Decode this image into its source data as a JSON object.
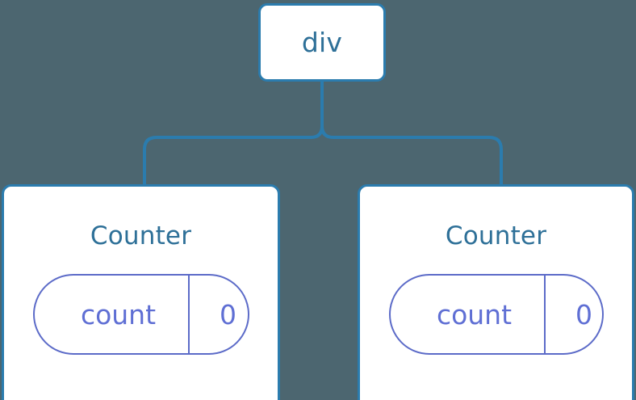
{
  "diagram": {
    "type": "component-tree",
    "background_color": "#4c6670",
    "node_border_color": "#2b7cae",
    "node_fill_color": "#ffffff",
    "node_label_color": "#2e7098",
    "state_accent_color": "#5c6bc8",
    "state_text_color": "#5f6fd4",
    "connector_color": "#2b7cae"
  },
  "root": {
    "label": "div"
  },
  "children": [
    {
      "label": "Counter",
      "state": {
        "key": "count",
        "value": "0"
      }
    },
    {
      "label": "Counter",
      "state": {
        "key": "count",
        "value": "0"
      }
    }
  ]
}
